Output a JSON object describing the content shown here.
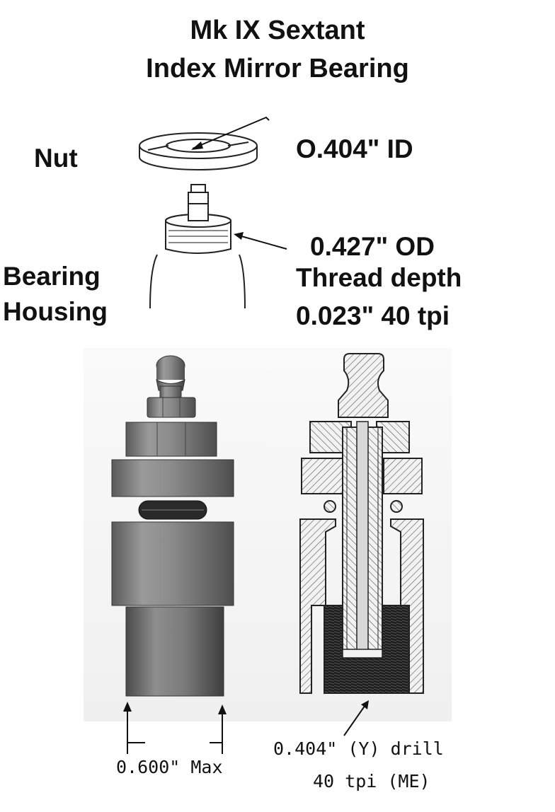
{
  "title": {
    "line1": "Mk IX Sextant",
    "line2": "Index Mirror Bearing"
  },
  "labels": {
    "nut": "Nut",
    "nut_id": "O.404\" ID",
    "bearing": "Bearing",
    "housing": "Housing",
    "od": "0.427\" OD",
    "thread_depth": "Thread depth",
    "thread_spec": "0.023\"  40 tpi",
    "max_width": "0.600\" Max",
    "drill": "0.404\" (Y) drill",
    "drill_tpi": "40 tpi (ME)"
  }
}
